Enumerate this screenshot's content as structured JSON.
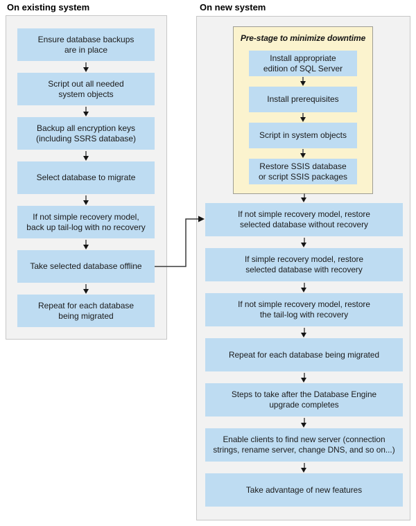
{
  "left_panel": {
    "title": "On existing system",
    "steps": [
      "Ensure database backups\nare in place",
      "Script out all needed\nsystem objects",
      "Backup all encryption keys\n(including SSRS database)",
      "Select database to migrate",
      "If not simple recovery model,\nback up tail-log with no recovery",
      "Take selected database offline",
      "Repeat for each database\nbeing migrated"
    ]
  },
  "right_panel": {
    "title": "On new system",
    "prestage": {
      "title": "Pre-stage to minimize downtime",
      "steps": [
        "Install appropriate\nedition of SQL Server",
        "Install prerequisites",
        "Script in system objects",
        "Restore SSIS database\nor script SSIS packages"
      ]
    },
    "steps": [
      "If not simple recovery model, restore\nselected database without recovery",
      "If simple recovery model, restore\nselected database with recovery",
      "If not simple recovery model, restore\nthe tail-log with recovery",
      "Repeat for each database being migrated",
      "Steps to take after the Database Engine\nupgrade completes",
      "Enable clients to find new server (connection\nstrings, rename server, change DNS, and so on...)",
      "Take advantage of new features"
    ]
  },
  "colors": {
    "step_box_blue": "#BEDCF2",
    "prestage_yellow": "#FBF3CE",
    "panel_gray": "#F2F2F2",
    "panel_border": "#C7C7C7",
    "arrow_black": "#141414"
  }
}
